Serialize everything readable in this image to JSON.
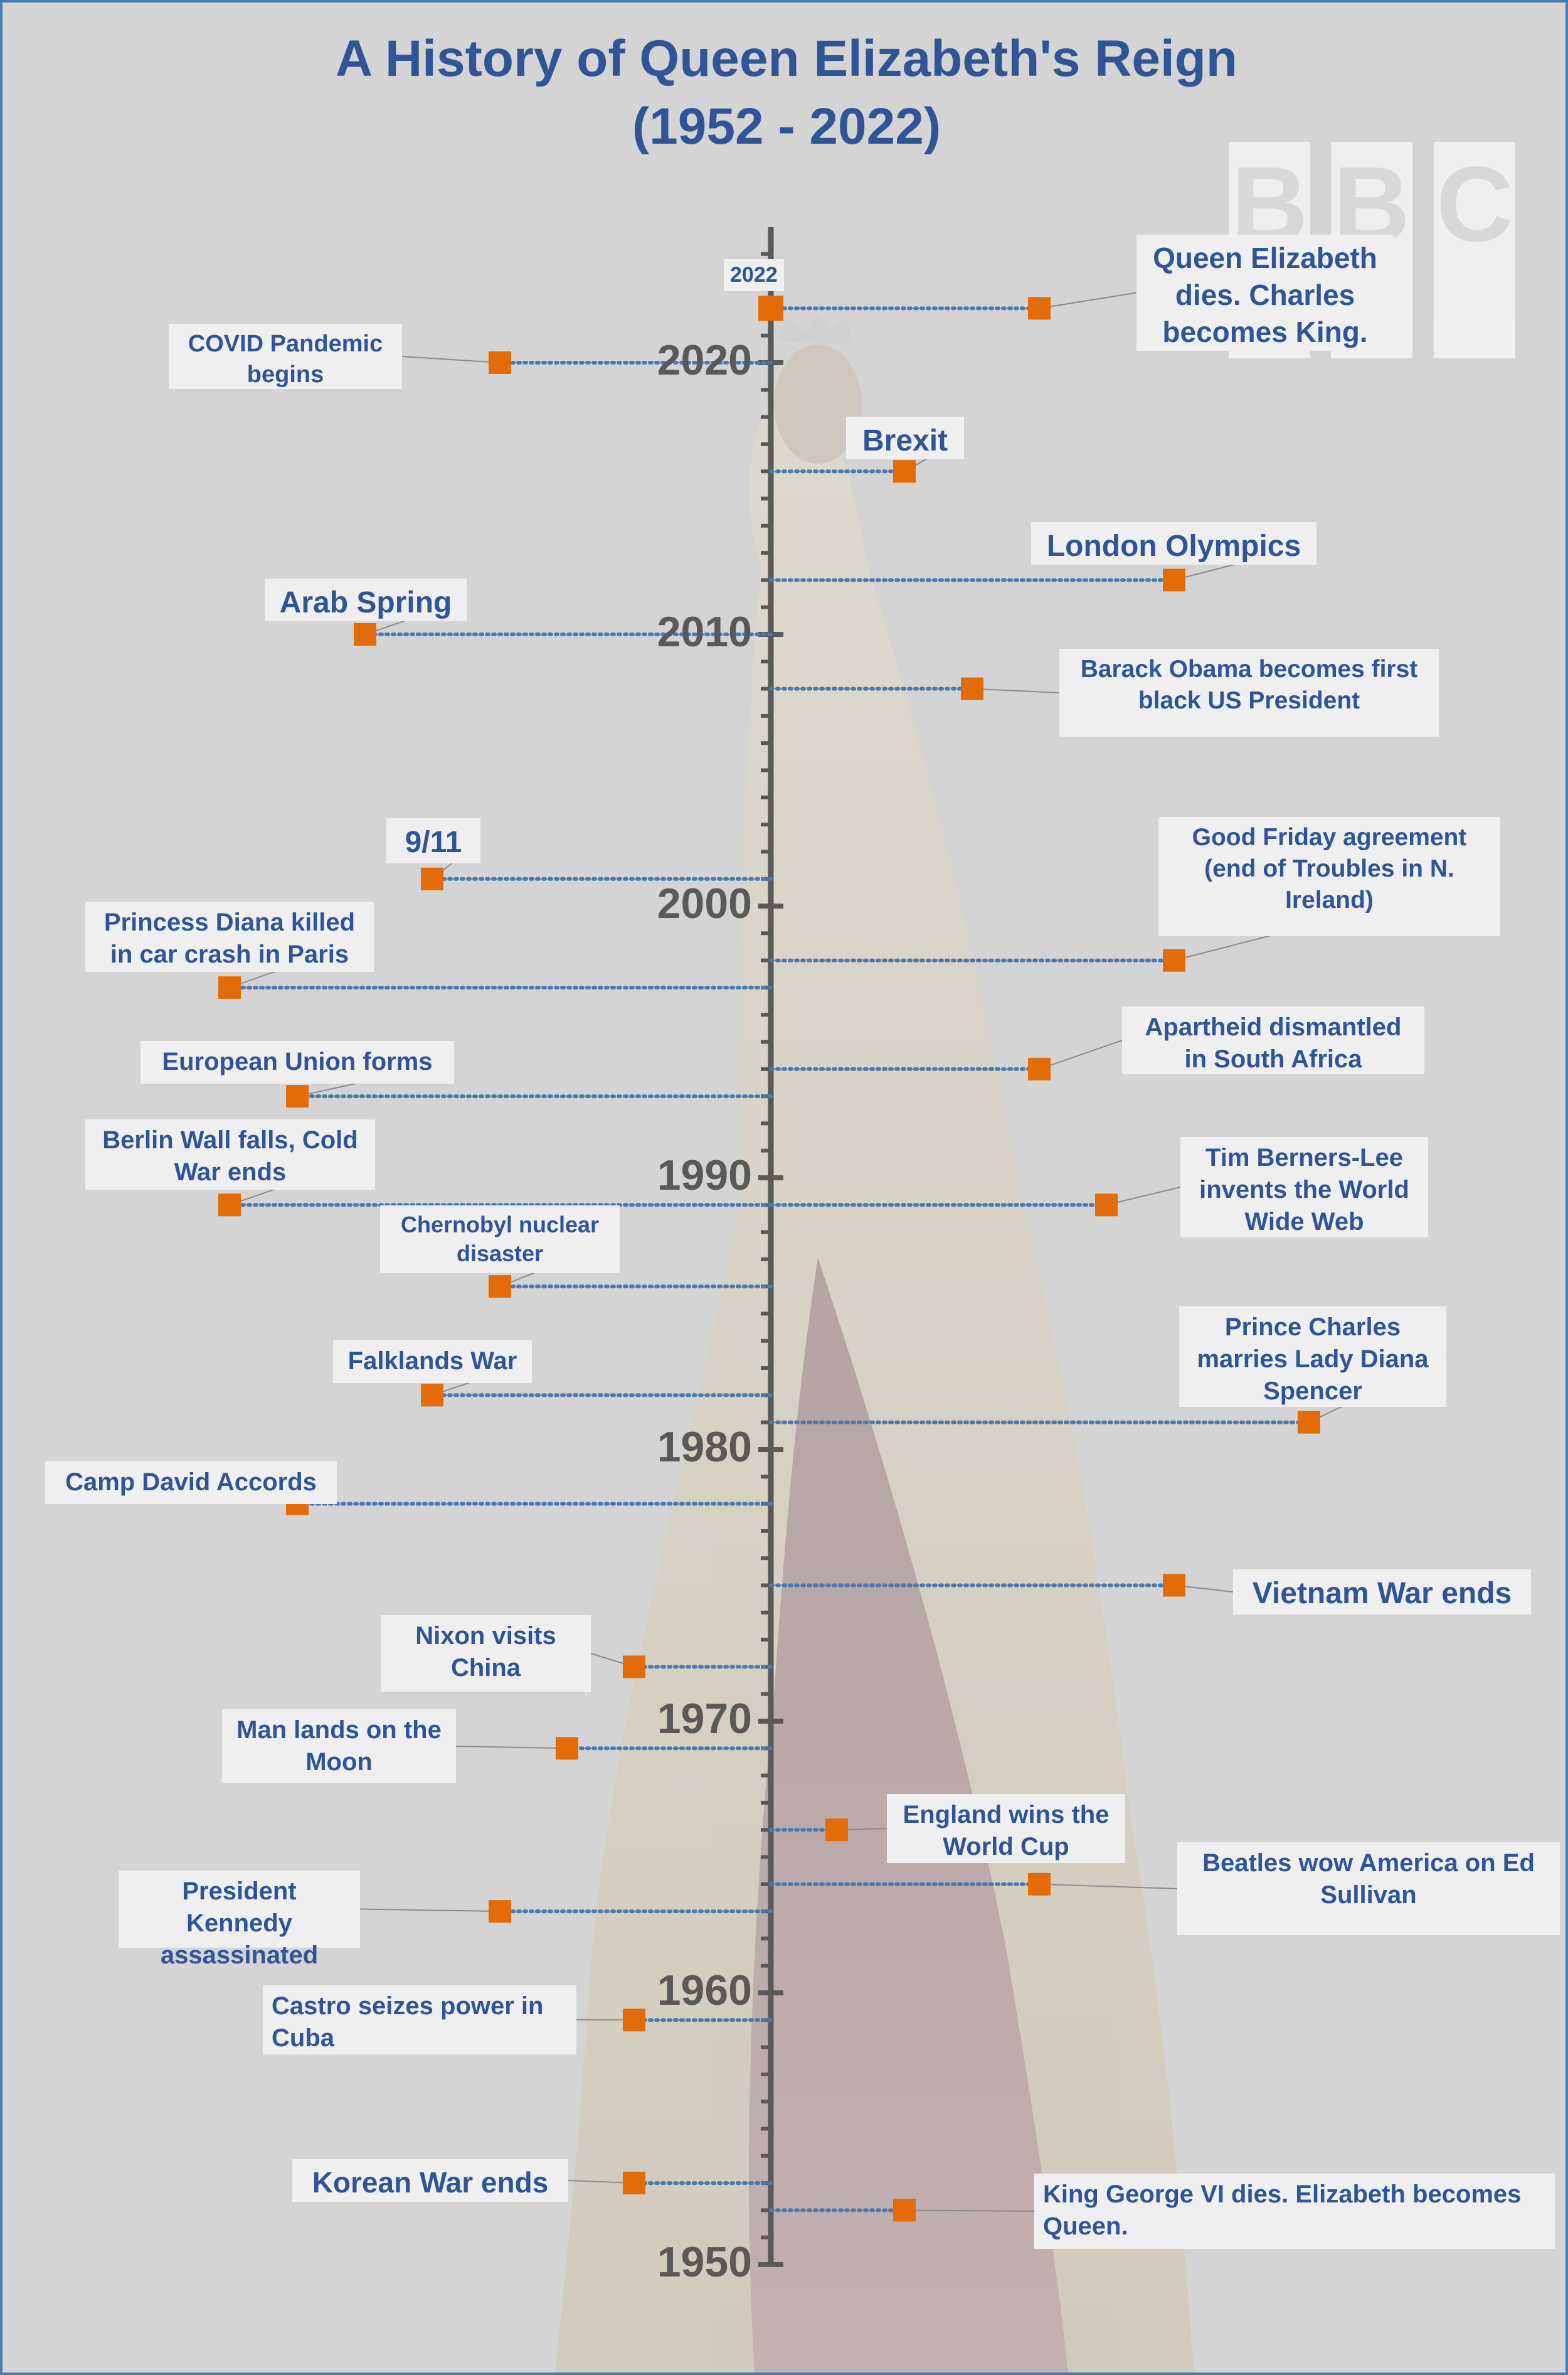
{
  "title_line1": "A History of Queen Elizabeth's Reign",
  "title_line2": "(1952 - 2022)",
  "watermark": [
    "B",
    "B",
    "C"
  ],
  "chart_data": {
    "type": "timeline",
    "title": "A History of Queen Elizabeth's Reign (1952 - 2022)",
    "axis": {
      "min": 1950,
      "max": 2024,
      "major_ticks": [
        1950,
        1960,
        1970,
        1980,
        1990,
        2000,
        2010,
        2020
      ],
      "minor_step": 1,
      "end_label": "2022"
    },
    "colors": {
      "title": "#2f5597",
      "marker": "#e36c09",
      "leader": "#4a7ab0",
      "axis": "#595959"
    },
    "events": [
      {
        "year": 2022,
        "label": "Queen Elizabeth dies. Charles becomes King.",
        "side": "right"
      },
      {
        "year": 2020,
        "label": "COVID Pandemic begins",
        "side": "left"
      },
      {
        "year": 2016,
        "label": "Brexit",
        "side": "right"
      },
      {
        "year": 2012,
        "label": "London Olympics",
        "side": "right"
      },
      {
        "year": 2010,
        "label": "Arab Spring",
        "side": "left"
      },
      {
        "year": 2008,
        "label": "Barack Obama becomes first black US President",
        "side": "right"
      },
      {
        "year": 2001,
        "label": "9/11",
        "side": "left"
      },
      {
        "year": 1998,
        "label": "Good Friday agreement (end of Troubles in N. Ireland)",
        "side": "right"
      },
      {
        "year": 1997,
        "label": "Princess Diana killed in car crash in Paris",
        "side": "left"
      },
      {
        "year": 1994,
        "label": "Apartheid dismantled in South Africa",
        "side": "right"
      },
      {
        "year": 1993,
        "label": "European Union forms",
        "side": "left"
      },
      {
        "year": 1989,
        "label": "Berlin Wall falls, Cold War ends",
        "side": "left"
      },
      {
        "year": 1989,
        "label": "Tim Berners-Lee invents the World Wide Web",
        "side": "right"
      },
      {
        "year": 1986,
        "label": "Chernobyl nuclear disaster",
        "side": "left"
      },
      {
        "year": 1982,
        "label": "Falklands War",
        "side": "left"
      },
      {
        "year": 1981,
        "label": "Prince Charles marries Lady Diana Spencer",
        "side": "right"
      },
      {
        "year": 1978,
        "label": "Camp David Accords",
        "side": "left"
      },
      {
        "year": 1975,
        "label": "Vietnam War ends",
        "side": "right"
      },
      {
        "year": 1972,
        "label": "Nixon visits China",
        "side": "left"
      },
      {
        "year": 1969,
        "label": "Man lands on the Moon",
        "side": "left"
      },
      {
        "year": 1966,
        "label": "England wins the World Cup",
        "side": "right"
      },
      {
        "year": 1964,
        "label": "Beatles wow America on Ed Sullivan",
        "side": "right"
      },
      {
        "year": 1963,
        "label": "President Kennedy assassinated",
        "side": "left"
      },
      {
        "year": 1959,
        "label": "Castro seizes power in Cuba",
        "side": "left"
      },
      {
        "year": 1953,
        "label": "Korean War ends",
        "side": "left"
      },
      {
        "year": 1952,
        "label": "King George VI dies. Elizabeth becomes Queen.",
        "side": "right"
      }
    ]
  }
}
